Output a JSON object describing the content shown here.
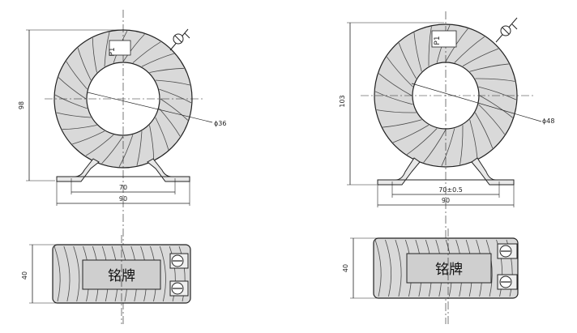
{
  "left": {
    "height_label": "98",
    "diameter_label": "ϕ36",
    "mount_label": "70",
    "base_label": "90",
    "terminal_label": "P1",
    "depth_label": "40",
    "nameplate": "铭牌"
  },
  "right": {
    "height_label": "103",
    "diameter_label": "ϕ48",
    "mount_label": "70±0.5",
    "base_label": "90",
    "terminal_label": "P1",
    "depth_label": "40",
    "nameplate": "铭牌"
  },
  "colors": {
    "coil_fill": "#d9d9d9",
    "winding_line": "#4a4a4a",
    "nameplate_fill": "#cfcfcf",
    "outline": "#222222"
  }
}
